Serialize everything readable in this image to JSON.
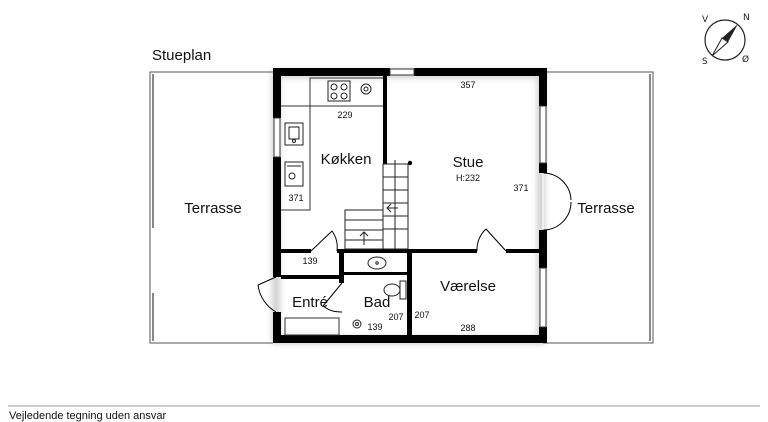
{
  "plan": {
    "title": "Stueplan",
    "footer": "Vejledende tegning uden ansvar"
  },
  "rooms": {
    "kitchen": "Køkken",
    "living": "Stue",
    "living_height": "H:232",
    "terrace_left": "Terrasse",
    "terrace_right": "Terrasse",
    "entry": "Entré",
    "bath": "Bad",
    "bedroom": "Værelse"
  },
  "dimensions": {
    "kitchen_width": "229",
    "kitchen_depth": "371",
    "living_width": "357",
    "living_depth": "371",
    "entry_width": "139",
    "bath_width": "139",
    "bath_depth": "207",
    "bedroom_depth": "207",
    "bedroom_width": "288"
  },
  "compass": {
    "n": "N",
    "s": "S",
    "v": "V",
    "o": "Ø"
  }
}
